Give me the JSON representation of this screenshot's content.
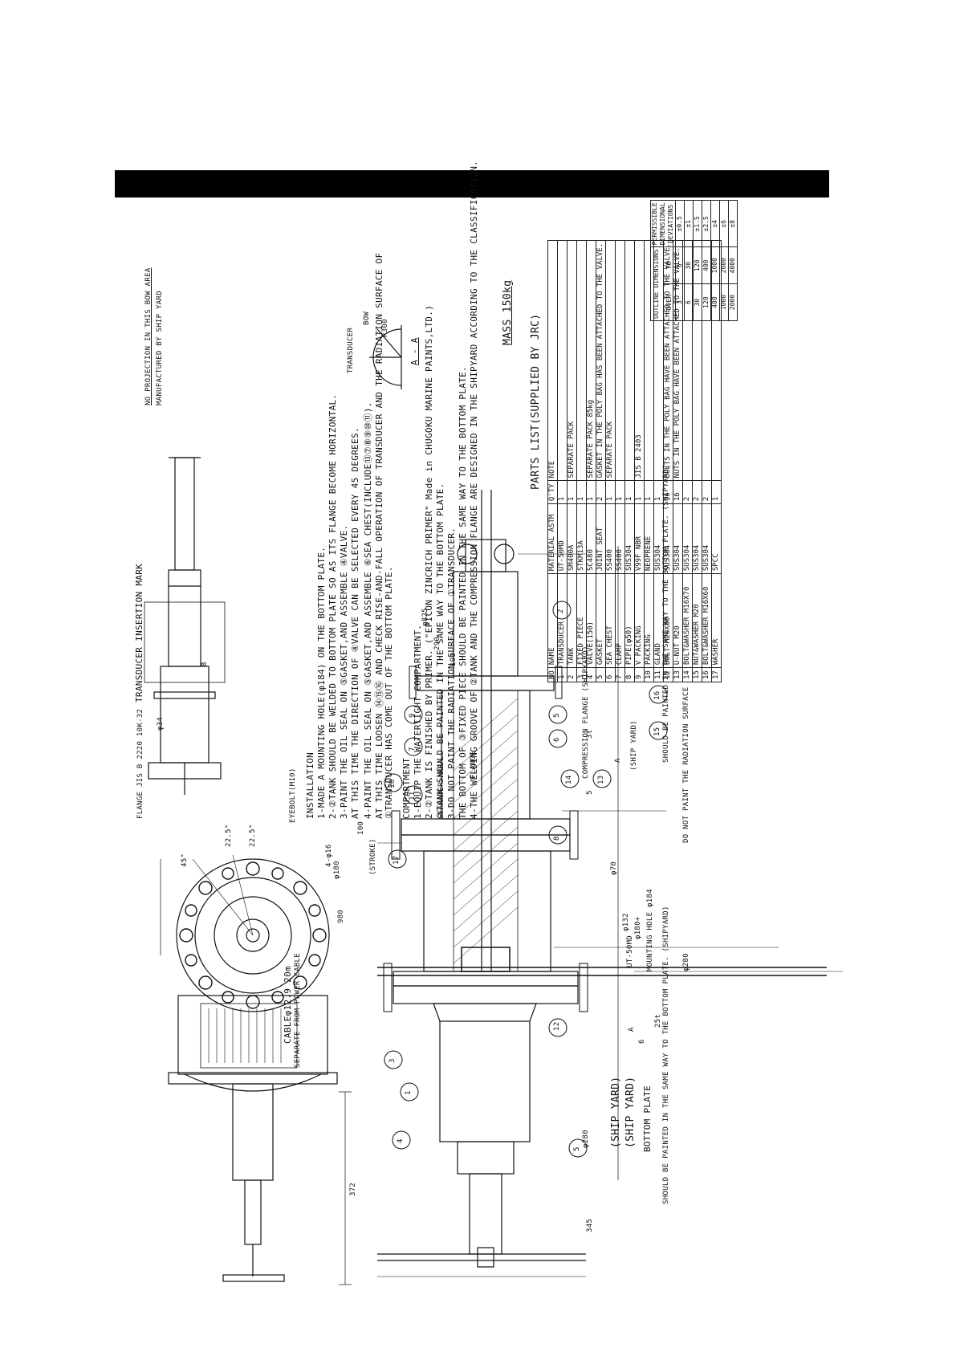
{
  "drawing": {
    "flange_label": "FLANGE JIS B 2220 10K-32",
    "insertion_mark": "TRANSDUCER INSERTION MARK",
    "no_projection": "NO PROJECTION IN THIS BOW AREA",
    "manufactured_by": "MANUFACTURED BY SHIP YARD",
    "transducer_label": "TRANSDUCER",
    "bow_label": "BOW",
    "radius_label": "R300",
    "section_label": "A - A",
    "cable_label": "CABLEφ12.9   20m",
    "cable_sub": "SEPARATE FROM POWER CABLE",
    "eyebolt_label": "EYEBOLT(M10)",
    "stroke_label": "(STROKE)",
    "seawater_area": "SEAWATER AREA",
    "flange_word": "FLANGE",
    "compression_flange": "COMPRESSION FLANGE (SHIPYARD)",
    "ship_yard_1": "(SHIP YARD)",
    "ship_yard_2": "(SHIP YARD)",
    "ship_yard_3": "(SHIP YARD)",
    "bottom_plate": "BOTTOM PLATE",
    "paint_note_left": "SHOULD BE PAINTED IN THE SAME WAY TO THE BOTTOM PLATE. (SHIPYARD)",
    "paint_note_right": "SHOULD BE PAINTED IN THE SAME WAY TO THE BOTTOM PLATE. (SHIPYARD)",
    "do_not_paint": "DO NOT PAINT THE RADIATION SURFACE",
    "mounting_hole": "MOUNTING HOLE φ184",
    "dim_980": "980",
    "dim_372": "372",
    "dim_345": "345",
    "dim_phi280a": "φ280",
    "dim_phi280b": "φ280",
    "dim_phi70": "φ70",
    "dim_phi132": "φ132",
    "dim_phi180": "φ180+",
    "dim_phi34": "φ34",
    "dim_phi180b": "φ180",
    "dim_4phi16": "4-φ16",
    "dim_225": "22.5°",
    "dim_225b": "22.5°",
    "dim_45": "45°",
    "dim_290": "290",
    "dim_190": "190",
    "dim_d825": "φ825",
    "dim_3t": "3t",
    "dim_8": "8",
    "dim_6": "6",
    "dim_5": "5",
    "dim_25": "25t",
    "dim_100": "100",
    "label_a": "A",
    "label_a2": "A",
    "uteq": "UT-50MD",
    "balloons": [
      "1",
      "2",
      "3",
      "4",
      "5",
      "5",
      "6",
      "7",
      "8",
      "9",
      "10",
      "11",
      "12",
      "13",
      "14",
      "15",
      "16",
      "17"
    ]
  },
  "installation": {
    "title": "INSTALLATION",
    "lines": [
      "1-MADE A MOUNTING HOLE(φ184) ON THE BOTTOM PLATE.",
      "2-②TANK SHOULD BE WELDED TO BOTTOM PLATE SO AS ITS FLANGE BECOME HORIZONTAL.",
      "3-PAINT THE OIL SEAL ON ⑤GASKET,AND ASSEMBLE ④VALVE.",
      "   AT THIS TIME THE DIRECTION OF ④VALVE CAN BE SELECTED EVERY 45 DEGREES.",
      "4-PAINT THE OIL SEAL ON ⑤GASKET,AND ASSEMBLE ⑥SEA CHEST(INCLUDE⑬⑦⑧⑨⑩⑪).",
      "   AT THIS TIME LOOSEN ⑭⑮⑯ AND CHECK RISE-AND-FALL OPERATION OF TRANSDUCER AND THE RADIATION SURFACE OF",
      "   ①TRANSDUCER HAS COME OUT OF THE BOTTOM PLATE."
    ]
  },
  "compartment": {
    "title": "COMPARTMENT",
    "lines": [
      "1-EQUIP THE WATERTIGHT COMPARTMENT.",
      "2-②TANK IS FINISHED   BY PRIMER. (\"EPICON ZINCRICH PRIMER\" Made in CHUGOKU MARINE PAINTS,LTD.)",
      "  ②TANK SHOULD BE PAINTED  IN THE SAME WAY TO THE  BOTTOM PLATE.",
      "3-DO  NOT  PAINT  THE  RADIATION  SURFACE OF ①TRANSDUCER.",
      "  THE BOTTOM OF ③FIXED PIECE SHOULD BE PAINTED IN THE SAME WAY TO THE BOTTOM PLATE.",
      "4-THE WELDING GROOVE OF ②TANK AND THE COMPRESSION FLANGE ARE DESIGNED IN THE SHIPYARD ACCORDING TO THE CLASSIFICATION."
    ]
  },
  "mass": "MASS   150kg",
  "parts_title": "PARTS LIST(SUPPLIED BY JRC)",
  "parts_headers": [
    "NO",
    "NAME",
    "MATERIAL ASTM",
    "Q'TY",
    "NOTE"
  ],
  "parts": [
    [
      "1",
      "TRANSDUCER",
      "UT-50MD",
      "1",
      ""
    ],
    [
      "2",
      "TANK",
      "SM400A",
      "1",
      "SEPARATE PACK"
    ],
    [
      "3",
      "FIXED  PIECE",
      "STKM13A",
      "1",
      ""
    ],
    [
      "4",
      "VALVE(150)",
      "SC480",
      "1",
      "SEPARATE PACK   85kg"
    ],
    [
      "5",
      "GASKET",
      "JOINT  SEAT",
      "2",
      "GASKET IN THE POLY BAG HAS BEEN ATTACHED TO THE VALVE."
    ],
    [
      "6",
      "SEA  CHEST",
      "SS400",
      "1",
      "SEPARATE PACK"
    ],
    [
      "7",
      "CLAMP",
      "SS400",
      "1",
      ""
    ],
    [
      "8",
      "PIPE(φ50)",
      "SUS304",
      "1",
      ""
    ],
    [
      "9",
      "V  PACKING",
      "V99F  NBR",
      "1",
      "JIS B 2403"
    ],
    [
      "10",
      "PACKING",
      "NEOPRENE",
      "1",
      ""
    ],
    [
      "11",
      "GLAND",
      "SUS304",
      "1",
      ""
    ],
    [
      "12",
      "BOLT M20X80",
      "SUS304",
      "16",
      "BOLTS IN THE POLY BAG HAVE BEEN ATTACHED TO THE VALVE."
    ],
    [
      "13",
      "U-NUT  M20",
      "SUS304",
      "16",
      "NUTS IN THE POLY BAG HAVE BEEN ATTACHED TO THE VALVE."
    ],
    [
      "14",
      "BOLT&WASHER M16X70",
      "SUS304",
      "2",
      ""
    ],
    [
      "15",
      "NUT&WASHER M20",
      "SUS304",
      "2",
      ""
    ],
    [
      "16",
      "BOLT&WASHER M16X60",
      "SUS304",
      "2",
      ""
    ],
    [
      "17",
      "WASHER",
      "SPCC",
      "1",
      ""
    ]
  ],
  "dims_table": {
    "h1": "OUTLINE DIMENSIONS",
    "h2": "PERMISSIBLE DIMENSIONAL DEVIATIONS",
    "sub_over": "OVER",
    "sub_to": "TO",
    "rows": [
      [
        "3",
        "6",
        "±0.5"
      ],
      [
        "6",
        "30",
        "±1"
      ],
      [
        "30",
        "120",
        "±1.5"
      ],
      [
        "120",
        "400",
        "±2.5"
      ],
      [
        "400",
        "1000",
        "±4"
      ],
      [
        "1000",
        "2000",
        "±6"
      ],
      [
        "2000",
        "4000",
        "±8"
      ]
    ]
  }
}
